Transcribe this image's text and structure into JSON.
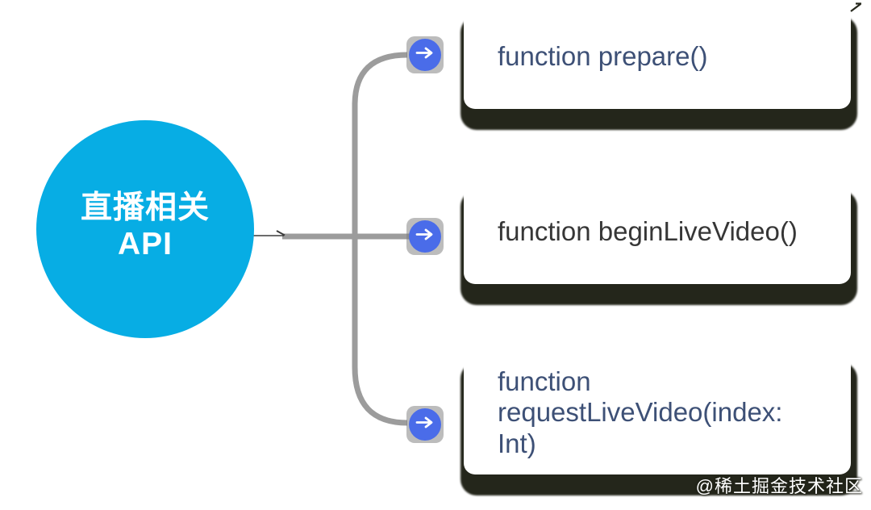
{
  "root_node": {
    "label": "直播相关\nAPI"
  },
  "cards": [
    {
      "label": "function prepare()"
    },
    {
      "label": "function beginLiveVideo()"
    },
    {
      "label": "function requestLiveVideo(index: Int)"
    }
  ],
  "nodes": [
    {
      "icon": "arrow-right-icon"
    },
    {
      "icon": "arrow-right-icon"
    },
    {
      "icon": "arrow-right-icon"
    }
  ],
  "watermark": {
    "text": "@稀土掘金技术社区"
  },
  "colors": {
    "background": "#FFFFFF",
    "root_circle": "#07ADE4",
    "root_text": "#FFFFFF",
    "arrow_node_blue": "#4A6CE9",
    "arrow_node_halo": "#7A7A7A",
    "connector_gray": "#9C9C9C",
    "stem_dark": "#3B3B3B",
    "card_background": "#FFFFFF",
    "card_shadow": "#24261B",
    "card_text_primary": "#3D5076",
    "card_text_secondary": "#363636",
    "watermark_text": "#FFFFFF"
  }
}
